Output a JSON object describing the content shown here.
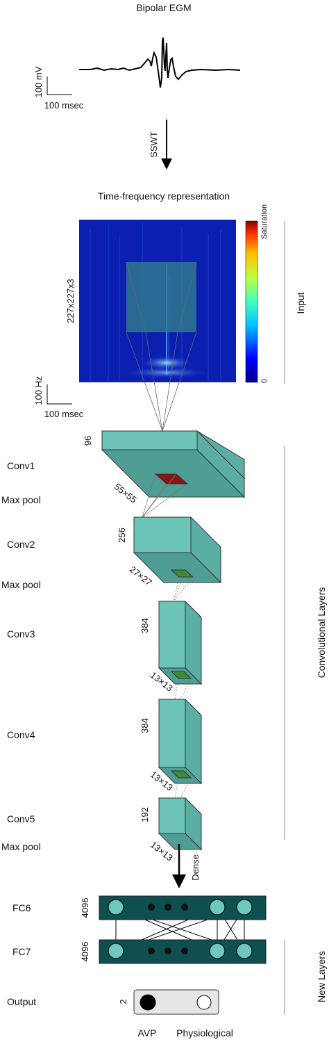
{
  "header": {
    "egm_title": "Bipolar EGM",
    "egm_scale_y": "100 mV",
    "egm_scale_x": "100 msec",
    "transform_label": "SSWT"
  },
  "tf": {
    "title": "Time-frequency representation",
    "size_label": "227x227x3",
    "colorbar_title": "Saturation",
    "colorbar_min": "0",
    "scale_y": "100 Hz",
    "scale_x": "100 msec"
  },
  "sections": {
    "input": "Input",
    "conv": "Convolutional Layers",
    "new": "New Layers"
  },
  "layers": [
    {
      "name": "Conv1",
      "depth": "96",
      "size": "55×55"
    },
    {
      "name": "Conv2",
      "depth": "256",
      "size": "27×27"
    },
    {
      "name": "Conv3",
      "depth": "384",
      "size": "13×13"
    },
    {
      "name": "Conv4",
      "depth": "384",
      "size": "13×13"
    },
    {
      "name": "Conv5",
      "depth": "192",
      "size": "13×13"
    }
  ],
  "pool_label": "Max pool",
  "dense_label": "Dense",
  "fc": [
    {
      "name": "FC6",
      "units": "4096"
    },
    {
      "name": "FC7",
      "units": "4096"
    }
  ],
  "output": {
    "name": "Output",
    "units": "2",
    "class_a": "AVP",
    "class_b": "Physiological"
  },
  "colors": {
    "spectrogram_bg": "#0a1aa8",
    "roi": "#2f7b8e",
    "block_front": "#6cc3b8",
    "block_top": "#4f9e95",
    "block_side": "#5aaea4",
    "kernel_conv1": "#8b1414",
    "kernel_other": "#3f8a3a",
    "fc_bar": "#0f4f4f",
    "fc_node": "#6fc7c0",
    "output_bg": "#e6e6e6"
  }
}
